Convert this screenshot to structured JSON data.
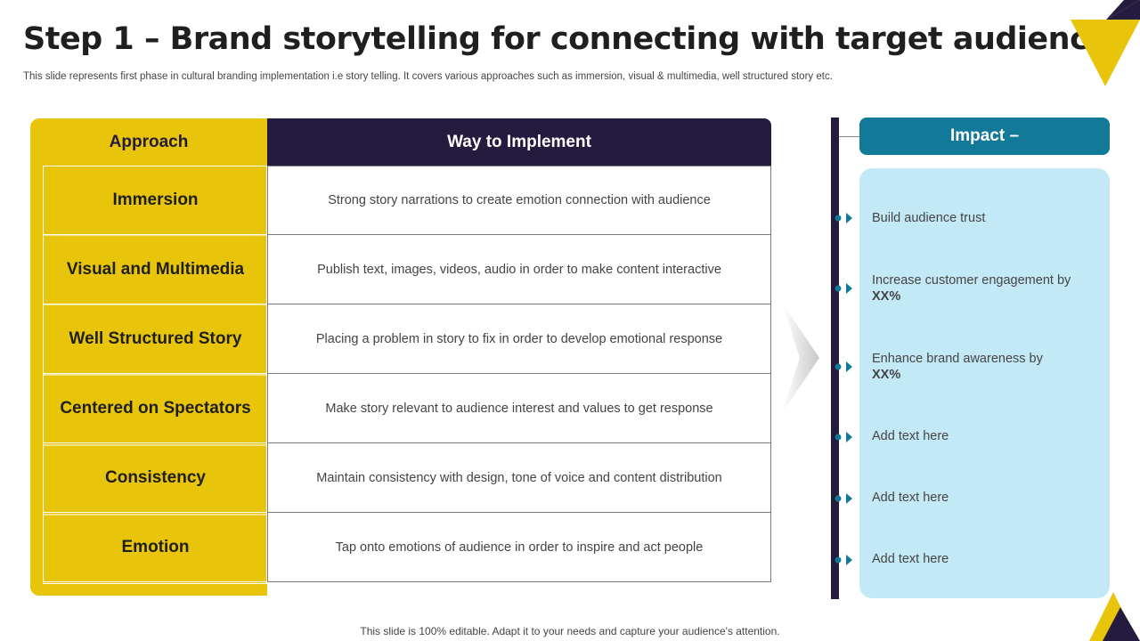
{
  "title": "Step 1 – Brand storytelling for connecting with target audience",
  "subtitle": "This slide represents first phase in cultural  branding implementation i.e story telling. It covers various approaches such as immersion, visual & multimedia, well structured story etc.",
  "table": {
    "approach_header": "Approach",
    "way_header": "Way to Implement",
    "rows": [
      {
        "approach": "Immersion",
        "way": "Strong story narrations to create emotion connection with audience"
      },
      {
        "approach": "Visual and Multimedia",
        "way": "Publish text, images, videos, audio in order to make content interactive"
      },
      {
        "approach": "Well Structured Story",
        "way": "Placing a problem in story to fix in order to develop emotional response"
      },
      {
        "approach": "Centered on Spectators",
        "way": "Make story relevant to audience interest and values to get response"
      },
      {
        "approach": "Consistency",
        "way": "Maintain consistency with design, tone of voice and content distribution"
      },
      {
        "approach": "Emotion",
        "way": "Tap onto emotions of audience in order to inspire and act people"
      }
    ]
  },
  "impact": {
    "header": "Impact –",
    "items": [
      {
        "text": "Build audience trust",
        "bold": ""
      },
      {
        "text": "Increase customer engagement by ",
        "bold": "XX%"
      },
      {
        "text": "Enhance brand awareness by ",
        "bold": "XX%"
      },
      {
        "text": "Add text here",
        "bold": ""
      },
      {
        "text": "Add text here",
        "bold": ""
      },
      {
        "text": "Add text here",
        "bold": ""
      }
    ]
  },
  "footer": "This slide is 100% editable. Adapt it to your needs and capture your audience's attention.",
  "colors": {
    "yellow": "#e8c40a",
    "navy": "#241b3f",
    "teal": "#127a98",
    "light_blue": "#c4e9f6"
  }
}
